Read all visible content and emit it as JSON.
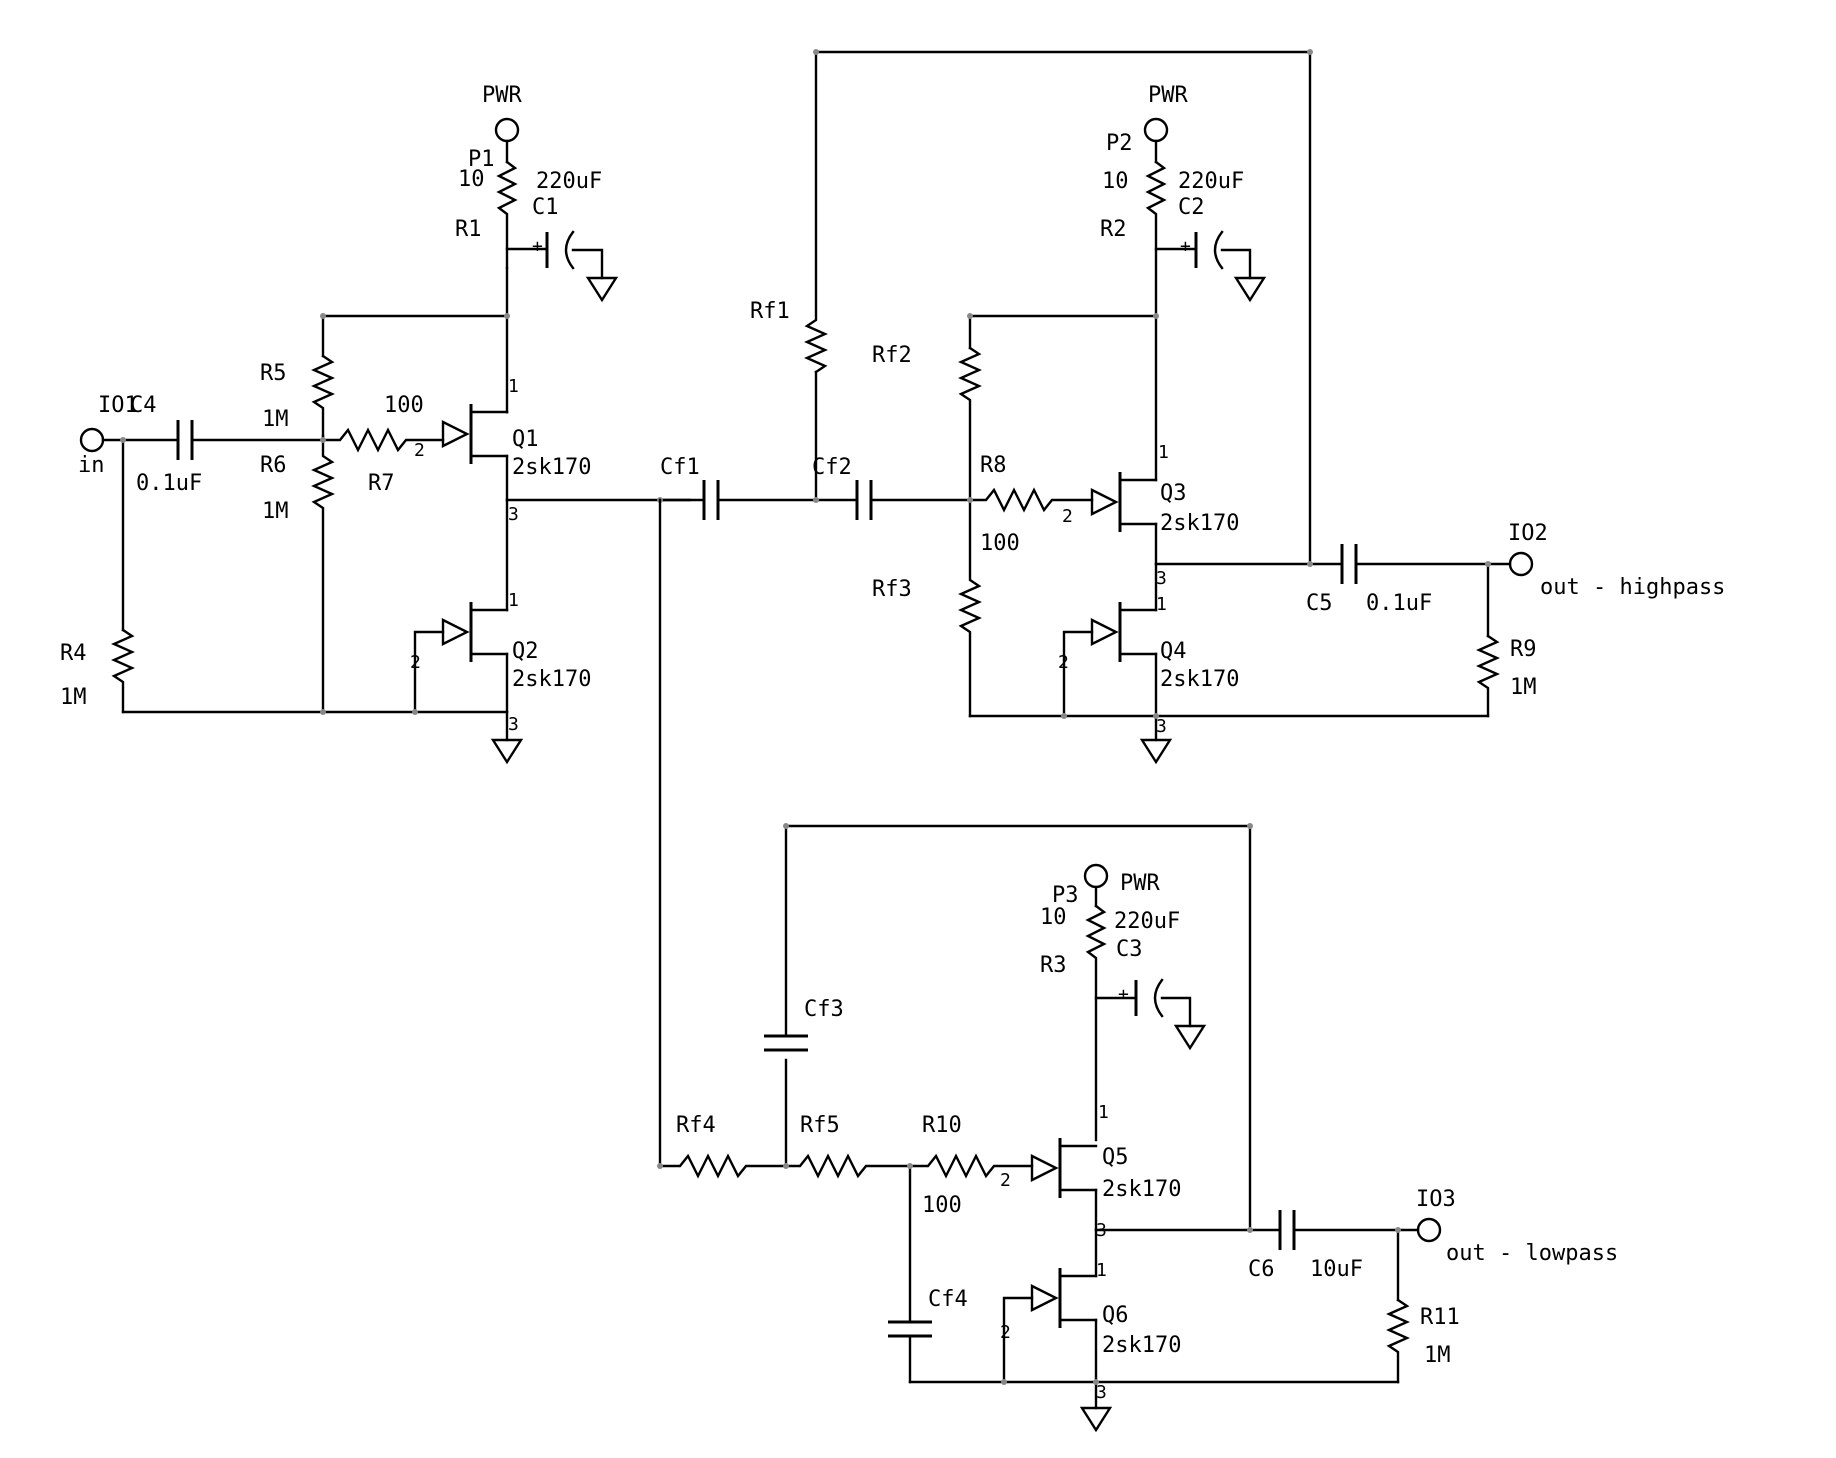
{
  "schematic": {
    "labels": {
      "pwr1": "PWR",
      "p1": "P1",
      "r1v": "10",
      "r1": "R1",
      "c1v": "220uF",
      "c1": "C1",
      "pwr2": "PWR",
      "p2": "P2",
      "r2v": "10",
      "r2": "R2",
      "c2v": "220uF",
      "c2": "C2",
      "pwr3": "PWR",
      "p3": "P3",
      "r3v": "10",
      "r3": "R3",
      "c3v": "220uF",
      "c3": "C3",
      "io1": "IO1",
      "c4": "C4",
      "in": "in",
      "c4v": "0.1uF",
      "r5": "R5",
      "r5v": "1M",
      "r6": "R6",
      "r6v": "1M",
      "r7v": "100",
      "r7": "R7",
      "r4": "R4",
      "r4v": "1M",
      "q1": "Q1",
      "q1v": "2sk170",
      "q2": "Q2",
      "q2v": "2sk170",
      "cf1": "Cf1",
      "cf2": "Cf2",
      "rf1": "Rf1",
      "rf2": "Rf2",
      "rf3": "Rf3",
      "r8": "R8",
      "r8v": "100",
      "q3": "Q3",
      "q3v": "2sk170",
      "q4": "Q4",
      "q4v": "2sk170",
      "c5": "C5",
      "c5v": "0.1uF",
      "io2": "IO2",
      "out_hp": "out - highpass",
      "r9": "R9",
      "r9v": "1M",
      "cf3": "Cf3",
      "rf4": "Rf4",
      "rf5": "Rf5",
      "r10": "R10",
      "r10v": "100",
      "cf4": "Cf4",
      "q5": "Q5",
      "q5v": "2sk170",
      "q6": "Q6",
      "q6v": "2sk170",
      "c6": "C6",
      "c6v": "10uF",
      "io3": "IO3",
      "out_lp": "out - lowpass",
      "r11": "R11",
      "r11v": "1M"
    },
    "pins": {
      "one": "1",
      "two": "2",
      "three": "3"
    },
    "polarity": "+"
  }
}
